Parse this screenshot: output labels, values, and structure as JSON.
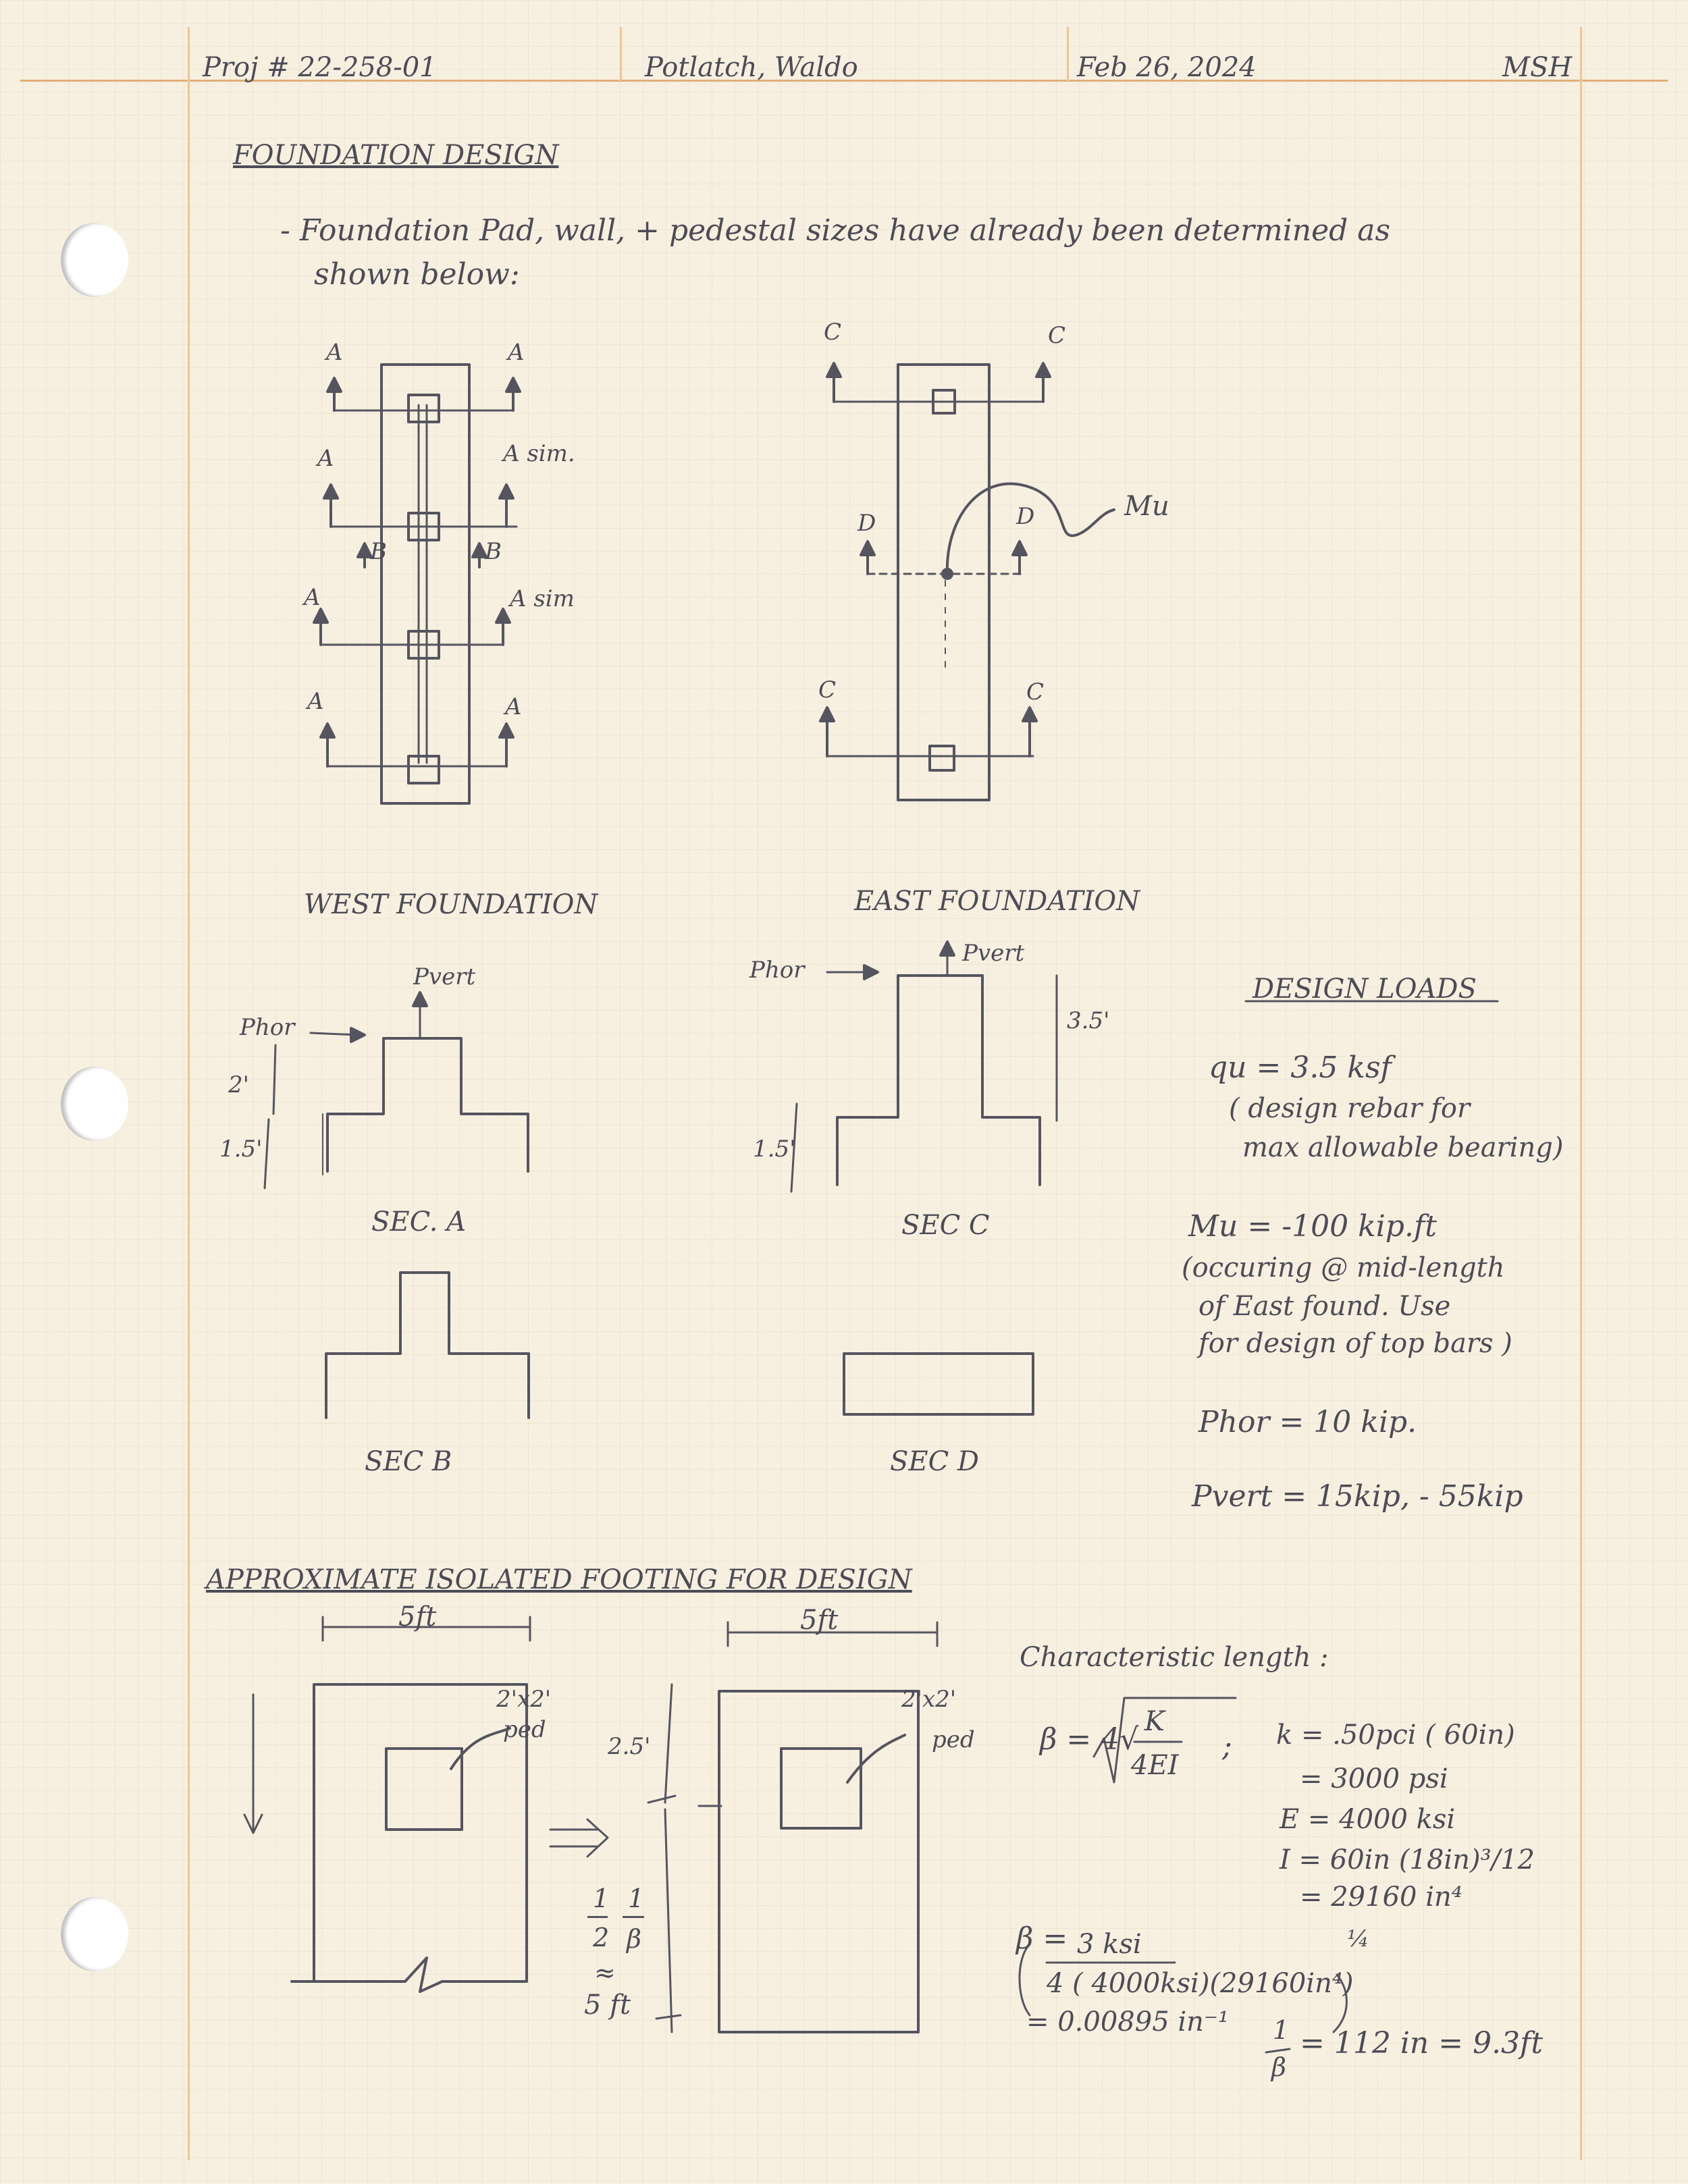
{
  "header": {
    "project": "Proj # 22-258-01",
    "client": "Potlatch, Waldo",
    "date": "Feb 26, 2024",
    "initials": "MSH"
  },
  "title": "FOUNDATION DESIGN",
  "intro": {
    "line1": "- Foundation Pad, wall, + pedestal sizes have already been determined as",
    "line2": "shown below:"
  },
  "west": {
    "label": "WEST FOUNDATION",
    "cut_a": "A",
    "cut_b": "B",
    "sim": "A sim.",
    "sim2": "A sim"
  },
  "east": {
    "label": "EAST FOUNDATION",
    "cut_c": "C",
    "cut_d": "D",
    "mu": "Mu"
  },
  "sections": {
    "a": "SEC. A",
    "b": "SEC B",
    "c": "SEC C",
    "d": "SEC D",
    "p_hor": "Phor",
    "p_vert": "Pvert",
    "dim_2": "2'",
    "dim_15a": "1.5'",
    "dim_35": "3.5'",
    "dim_15c": "1.5'"
  },
  "loads": {
    "title": "DESIGN LOADS",
    "qu": "qu  = 3.5  ksf",
    "qu_note1": "( design rebar for",
    "qu_note2": "max allowable bearing)",
    "mu": "Mu   = -100 kip.ft",
    "mu_note1": "(occuring @ mid-length",
    "mu_note2": "of East found. Use",
    "mu_note3": "for design of top bars )",
    "phor": "Phor  = 10 kip.",
    "pvert": "Pvert  =  15kip, - 55kip"
  },
  "approx": {
    "title": "APPROXIMATE ISOLATED FOOTING FOR DESIGN",
    "width_left": "5ft",
    "width_right": "5ft",
    "ped_left": "2'x2'",
    "ped_left2": "ped",
    "ped_right": "2'x2'",
    "ped_right2": "ped",
    "dim_25": "2.5'",
    "half": "1",
    "half_den": "2",
    "beta_frac_num": "1",
    "beta_frac_den": "β",
    "approx_eq": "≈",
    "five_ft": "5 ft"
  },
  "calc": {
    "char_len": "Characteristic length :",
    "beta_def": "β = 4√",
    "beta_k": "K",
    "beta_4ei": "4EI",
    "semicolon": ";",
    "k": "k = .50pci ( 60in)",
    "k2": "= 3000 psi",
    "e": "E =  4000 ksi",
    "i": "I = 60in (18in)³/12",
    "i2": "= 29160 in⁴",
    "beta_eq": "β =",
    "beta_num": "3 ksi",
    "beta_den": "4 ( 4000ksi)(29160in⁴)",
    "beta_exp": "¼",
    "beta_val": "= 0.00895 in⁻¹",
    "inv_num": "1",
    "inv_den": "β",
    "inv_val": "= 112 in = 9.3ft"
  }
}
